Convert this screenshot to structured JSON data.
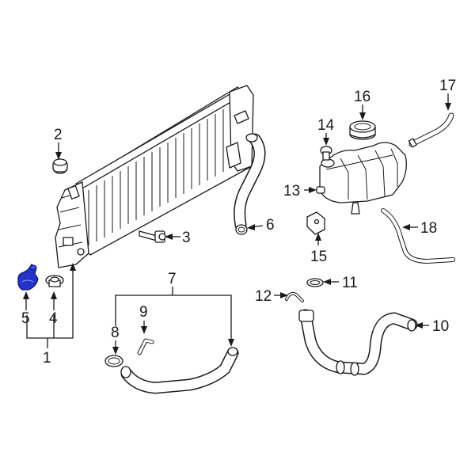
{
  "colors": {
    "line": "#1a1a1a",
    "background": "#ffffff",
    "highlight": "#2433c8"
  },
  "highlighted_part": "5",
  "callouts": {
    "c1": "1",
    "c2": "2",
    "c3": "3",
    "c4": "4",
    "c5": "5",
    "c6": "6",
    "c7": "7",
    "c8": "8",
    "c9": "9",
    "c10": "10",
    "c11": "11",
    "c12": "12",
    "c13": "13",
    "c14": "14",
    "c15": "15",
    "c16": "16",
    "c17": "17",
    "c18": "18"
  }
}
